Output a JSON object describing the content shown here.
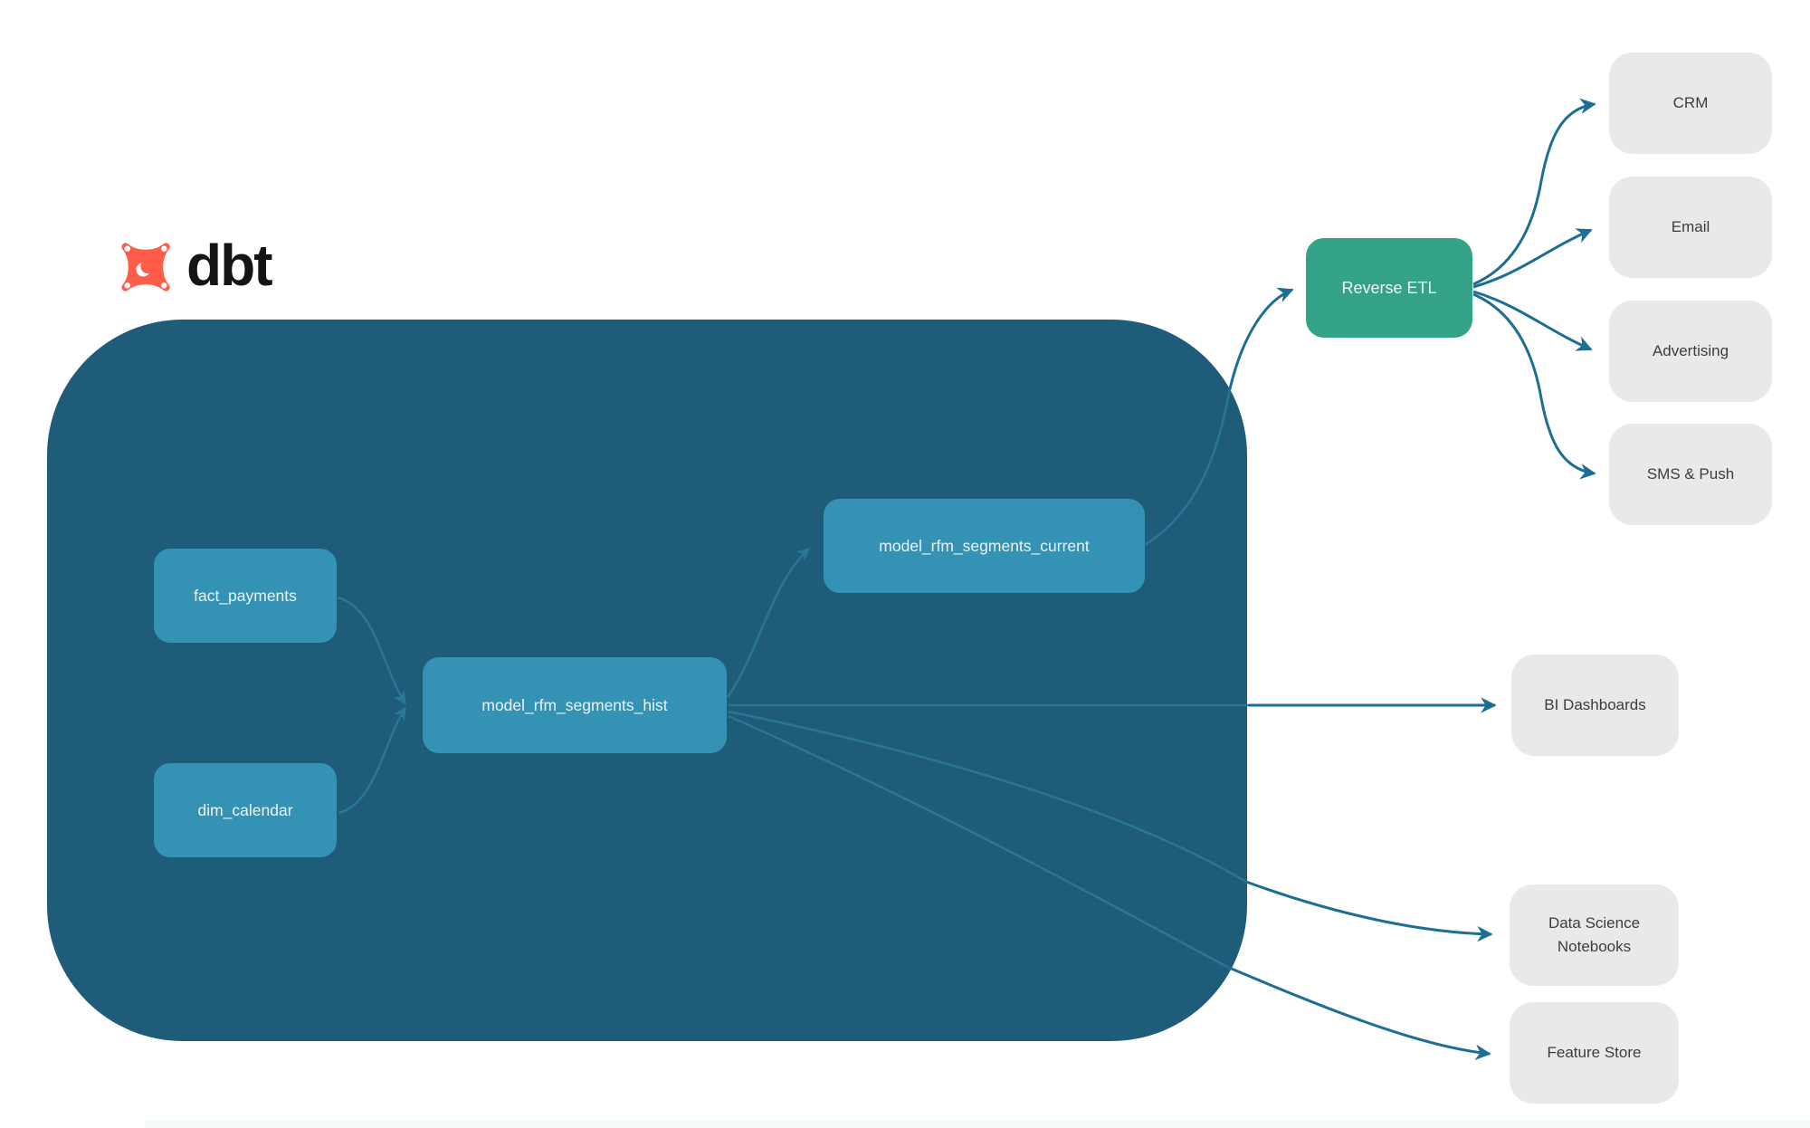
{
  "brand": {
    "name": "dbt"
  },
  "colors": {
    "container_bg": "#1f5c7a",
    "model_node_bg": "#3493b5",
    "etl_node_bg": "#33a287",
    "destination_bg": "#e9e9e9",
    "destination_text": "#3d3d3d",
    "outer_arrow": "#1d6e94",
    "inner_line": "#2b7697",
    "logo_orange": "#ff5c4a",
    "wordmark_text": "#141414"
  },
  "warehouse": {
    "nodes": {
      "fact_payments": {
        "label": "fact_payments"
      },
      "dim_calendar": {
        "label": "dim_calendar"
      },
      "model_rfm_segments_hist": {
        "label": "model_rfm_segments_hist"
      },
      "model_rfm_segments_current": {
        "label": "model_rfm_segments_current"
      }
    }
  },
  "etl": {
    "label": "Reverse ETL"
  },
  "destinations": {
    "crm": {
      "label": "CRM"
    },
    "email": {
      "label": "Email"
    },
    "advertising": {
      "label": "Advertising"
    },
    "sms_push": {
      "label": "SMS & Push"
    },
    "bi": {
      "label": "BI Dashboards"
    },
    "notebooks": {
      "label": "Data Science Notebooks"
    },
    "feature_store": {
      "label": "Feature Store"
    }
  },
  "edges": [
    {
      "from": "fact_payments",
      "to": "model_rfm_segments_hist"
    },
    {
      "from": "dim_calendar",
      "to": "model_rfm_segments_hist"
    },
    {
      "from": "model_rfm_segments_hist",
      "to": "model_rfm_segments_current"
    },
    {
      "from": "model_rfm_segments_current",
      "to": "Reverse ETL"
    },
    {
      "from": "Reverse ETL",
      "to": "CRM"
    },
    {
      "from": "Reverse ETL",
      "to": "Email"
    },
    {
      "from": "Reverse ETL",
      "to": "Advertising"
    },
    {
      "from": "Reverse ETL",
      "to": "SMS & Push"
    },
    {
      "from": "model_rfm_segments_hist",
      "to": "BI Dashboards"
    },
    {
      "from": "model_rfm_segments_hist",
      "to": "Data Science Notebooks"
    },
    {
      "from": "model_rfm_segments_hist",
      "to": "Feature Store"
    }
  ]
}
